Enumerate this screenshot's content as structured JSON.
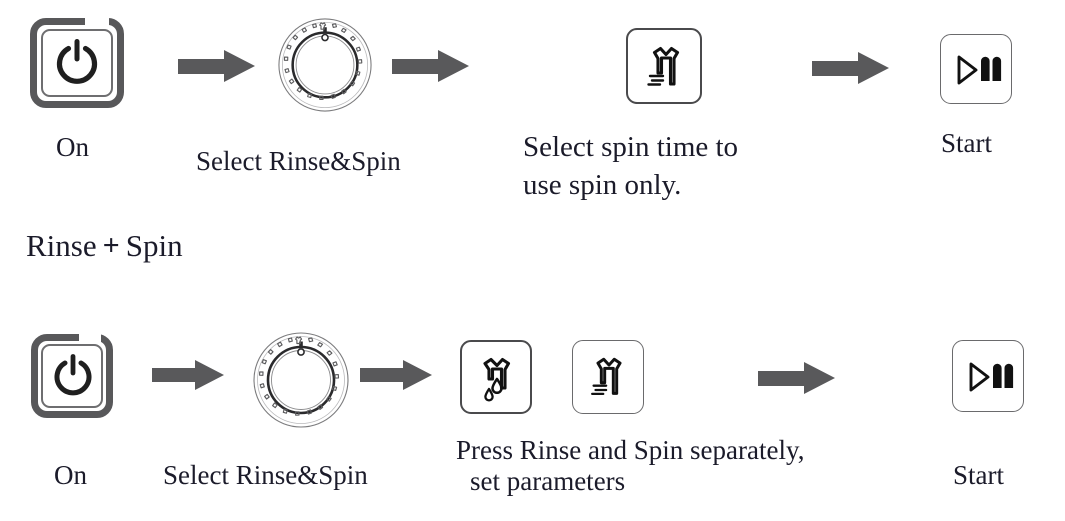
{
  "page": {
    "background": "#ffffff",
    "ink": "#1b1b2a",
    "arrow_color": "#59595b",
    "outline_color": "#4a4a4c"
  },
  "sections": [
    {
      "id": "rinse-and-spin-only",
      "heading": "",
      "steps": [
        {
          "id": "power-on",
          "icon": "power-button-icon",
          "label": "On"
        },
        {
          "id": "select-program",
          "icon": "program-dial-icon",
          "label": "Select Rinse&Spin"
        },
        {
          "id": "select-spin",
          "icon": "spin-shirt-icon",
          "label": "Select spin time to\nuse spin only."
        },
        {
          "id": "start",
          "icon": "play-pause-icon",
          "label": "Start"
        }
      ]
    },
    {
      "id": "rinse-plus-spin",
      "heading": "Rinse + Spin",
      "heading_parts": {
        "first": "Rinse",
        "plus": "+",
        "second": "Spin"
      },
      "steps": [
        {
          "id": "power-on",
          "icon": "power-button-icon",
          "label": "On"
        },
        {
          "id": "select-program",
          "icon": "program-dial-icon",
          "label": "Select Rinse&Spin"
        },
        {
          "id": "rinse-and-spin",
          "icon": "rinse-shirt-icon",
          "icon2": "spin-shirt-icon",
          "label": "Press Rinse and Spin separately,\n  set parameters"
        },
        {
          "id": "start",
          "icon": "play-pause-icon",
          "label": "Start"
        }
      ]
    }
  ],
  "labels": {
    "on_top": "On",
    "select_program_top": "Select Rinse&Spin",
    "select_spin_line1": "Select spin time to",
    "select_spin_line2": "use spin only.",
    "start_top": "Start",
    "section_heading_rinse": "Rinse",
    "section_heading_plus": "+",
    "section_heading_spin": "Spin",
    "on_bottom": "On",
    "select_program_bottom": "Select Rinse&Spin",
    "press_line1": "Press Rinse and Spin separately,",
    "press_line2": "set parameters",
    "start_bottom": "Start"
  },
  "icons": {
    "power": "power-button-icon",
    "dial": "program-dial-icon",
    "spin": "spin-shirt-icon",
    "rinse": "rinse-shirt-icon",
    "start": "play-pause-icon",
    "arrow": "right-arrow-icon"
  }
}
